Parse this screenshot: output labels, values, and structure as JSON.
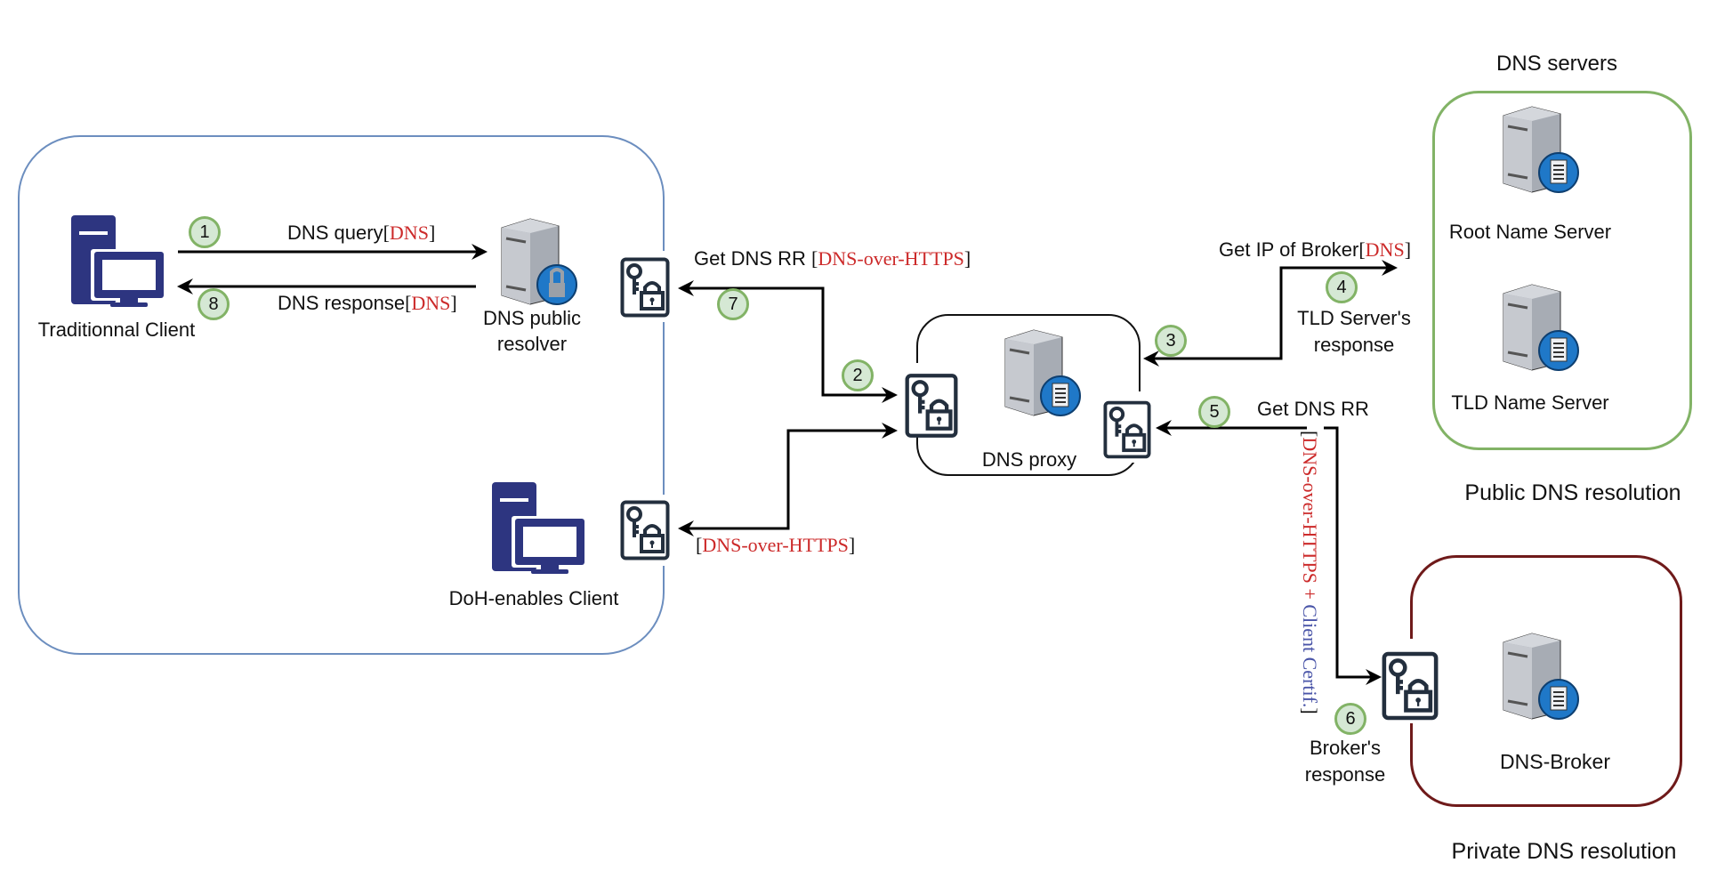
{
  "groups": {
    "clients": {
      "border_color": "#6c8ebf"
    },
    "dns_servers": {
      "title": "DNS servers",
      "caption": "Public DNS resolution",
      "border_color": "#82b366"
    },
    "private": {
      "caption": "Private DNS resolution",
      "border_color": "#6f1a1a"
    },
    "proxy": {
      "label": "DNS proxy",
      "border_color": "#000000"
    }
  },
  "nodes": {
    "traditional_client": {
      "label": "Traditionnal Client",
      "icon": "desktop-computer-icon"
    },
    "doh_client": {
      "label": "DoH-enables Client",
      "icon": "desktop-computer-icon"
    },
    "public_resolver": {
      "label_line1": "DNS public",
      "label_line2": "resolver",
      "icon": "secure-server-icon"
    },
    "dns_proxy": {
      "label": "DNS proxy",
      "icon": "dns-server-icon"
    },
    "root_ns": {
      "label": "Root Name Server",
      "icon": "dns-server-icon"
    },
    "tld_ns": {
      "label": "TLD Name Server",
      "icon": "dns-server-icon"
    },
    "broker": {
      "label": "DNS-Broker",
      "icon": "dns-server-icon"
    }
  },
  "edges": {
    "e1": {
      "text": "DNS query",
      "proto": "DNS"
    },
    "e8": {
      "text": "DNS response",
      "proto": "DNS"
    },
    "e7": {
      "text": "Get DNS RR ",
      "proto": "DNS-over-HTTPS"
    },
    "doh": {
      "proto": "DNS-over-HTTPS"
    },
    "e4": {
      "text": "Get IP of Broker",
      "proto": "DNS"
    },
    "e4_resp": {
      "line1": "TLD Server's",
      "line2": "response"
    },
    "e5": {
      "text": "Get DNS RR"
    },
    "e5_proto": {
      "proto": "DNS-over-HTTPS",
      "plus": " + ",
      "extra": "Client Certif."
    },
    "e6_resp": {
      "line1": "Broker's",
      "line2": "response"
    }
  },
  "brackets": {
    "open": "[",
    "close": "]"
  },
  "steps": [
    "1",
    "2",
    "3",
    "4",
    "5",
    "6",
    "7",
    "8"
  ],
  "colors": {
    "protocol_red": "#cc2a2a",
    "cert_blue": "#4a55a8",
    "step_fill": "#d5e8d4",
    "step_border": "#82b366",
    "client_navy": "#2d3580",
    "lock_icon": "#232f3e"
  }
}
